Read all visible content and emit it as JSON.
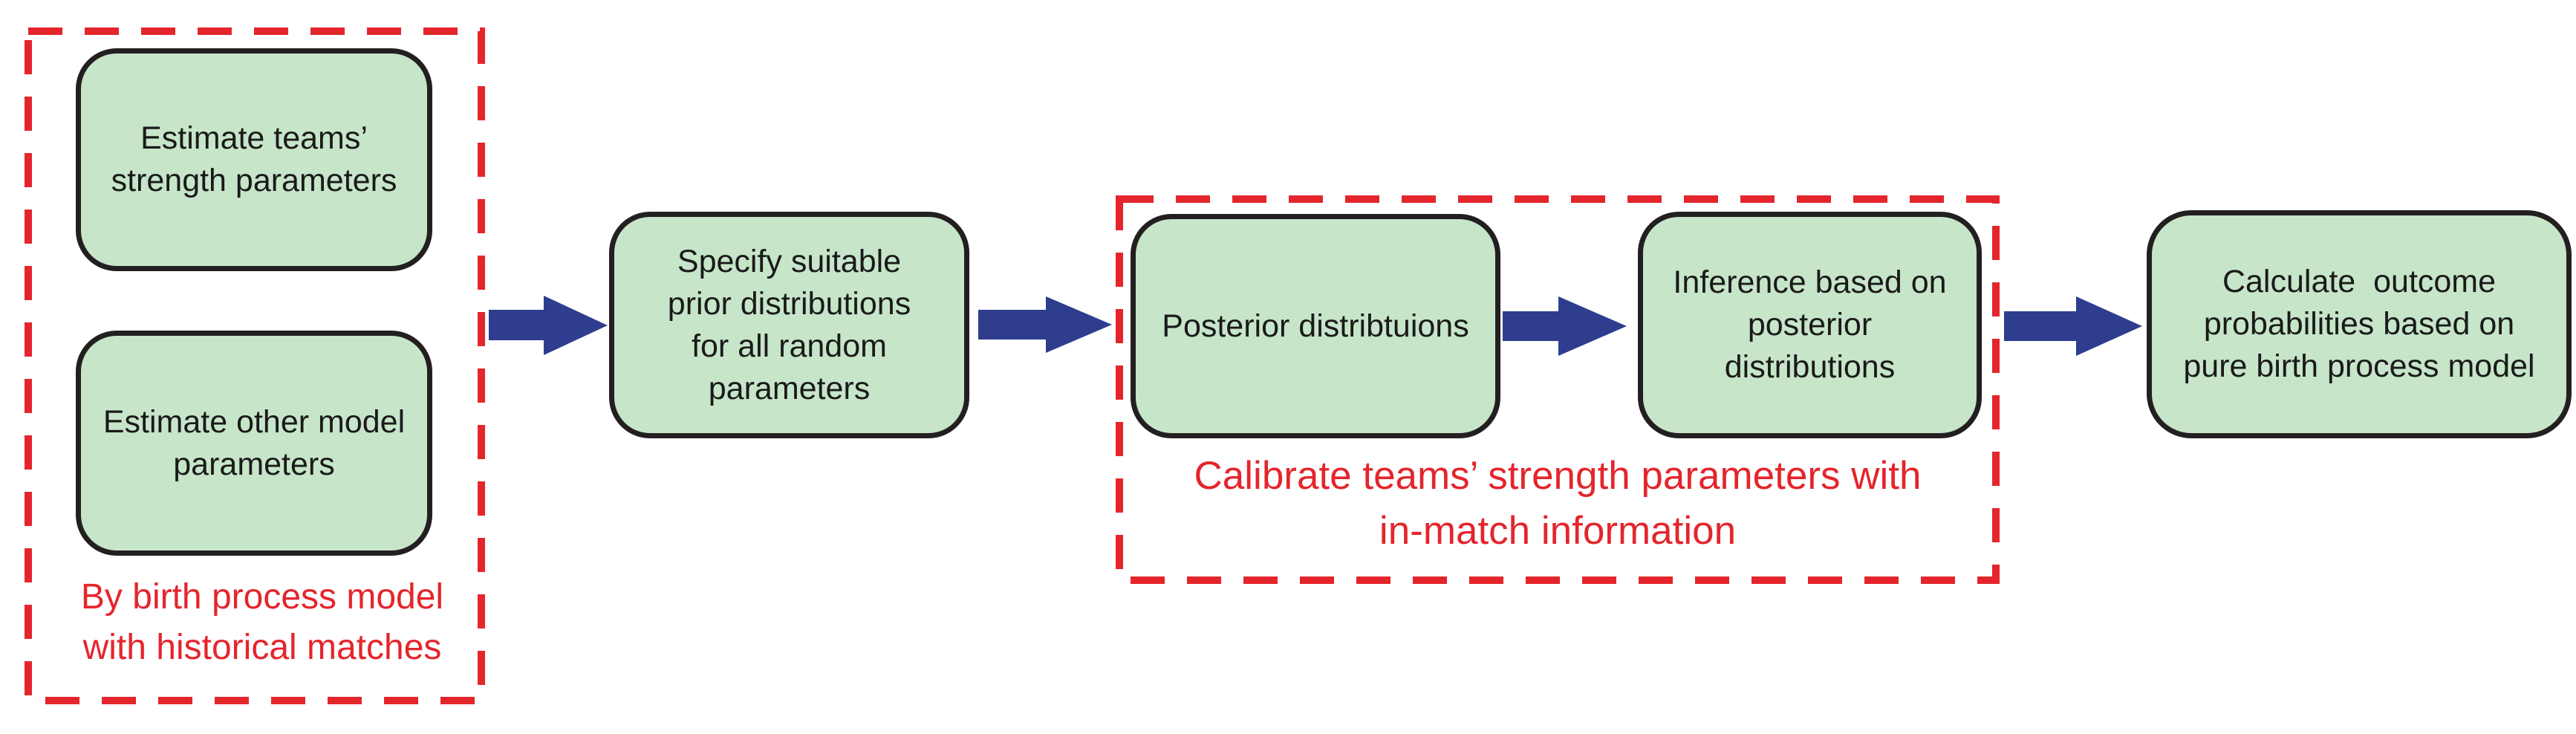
{
  "colors": {
    "box_fill": "#c7e5c9",
    "box_border": "#231f20",
    "arrow_blue": "#2e3d8d",
    "accent_red": "#e4252c",
    "text_black": "#1a1a1a"
  },
  "boxes": {
    "estimate_teams": {
      "line1": "Estimate teams’",
      "line2": "strength parameters"
    },
    "estimate_other": {
      "line1": "Estimate other model",
      "line2": "parameters"
    },
    "specify_priors": {
      "line1": "Specify suitable",
      "line2": "prior distributions",
      "line3": "for all random",
      "line4": "parameters"
    },
    "posterior": {
      "line1": "Posterior distribtuions"
    },
    "inference": {
      "line1": "Inference based on",
      "line2": "posterior",
      "line3": "distributions"
    },
    "calculate": {
      "line1": "Calculate  outcome",
      "line2": "probabilities based on",
      "line3": "pure birth process model"
    }
  },
  "groups": {
    "historical": {
      "caption_line1": "By birth process model",
      "caption_line2": "with historical matches"
    },
    "calibrate": {
      "caption_line1": "Calibrate teams’ strength parameters with",
      "caption_line2": "in-match information"
    }
  }
}
